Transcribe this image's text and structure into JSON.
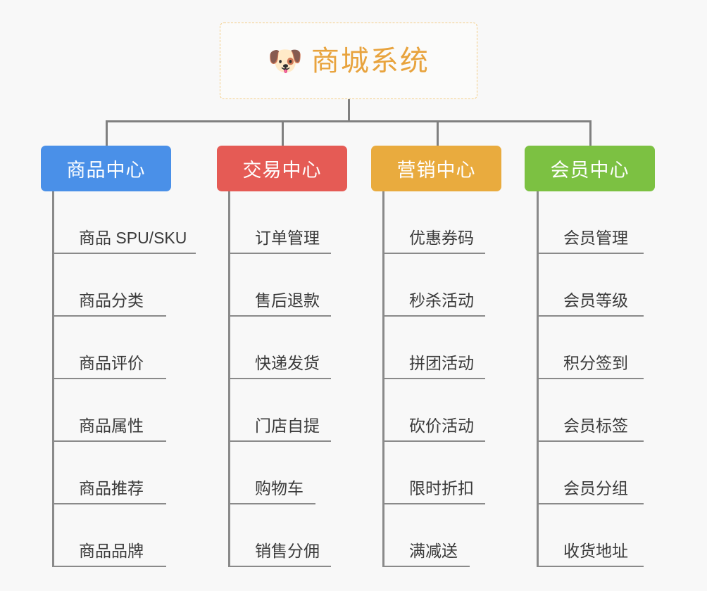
{
  "page": {
    "background_color": "#f8f8f8",
    "connector_color": "#808080"
  },
  "root": {
    "icon": "dog-face-emoji",
    "emoji": "🐶",
    "title": "商城系统",
    "title_color": "#e8a33d",
    "border_color": "#f3cd86"
  },
  "branches": [
    {
      "title": "商品中心",
      "color": "#4a90e8",
      "items": [
        {
          "label": "商品 SPU/SKU",
          "underline_width": 204
        },
        {
          "label": "商品分类",
          "underline_width": 162
        },
        {
          "label": "商品评价",
          "underline_width": 162
        },
        {
          "label": "商品属性",
          "underline_width": 162
        },
        {
          "label": "商品推荐",
          "underline_width": 162
        },
        {
          "label": "商品品牌",
          "underline_width": 162
        }
      ]
    },
    {
      "title": "交易中心",
      "color": "#e55b55",
      "items": [
        {
          "label": "订单管理",
          "underline_width": 146
        },
        {
          "label": "售后退款",
          "underline_width": 146
        },
        {
          "label": "快递发货",
          "underline_width": 146
        },
        {
          "label": "门店自提",
          "underline_width": 146
        },
        {
          "label": "购物车",
          "underline_width": 124
        },
        {
          "label": "销售分佣",
          "underline_width": 146
        }
      ]
    },
    {
      "title": "营销中心",
      "color": "#e9ab3e",
      "items": [
        {
          "label": "优惠券码",
          "underline_width": 146
        },
        {
          "label": "秒杀活动",
          "underline_width": 146
        },
        {
          "label": "拼团活动",
          "underline_width": 146
        },
        {
          "label": "砍价活动",
          "underline_width": 146
        },
        {
          "label": "限时折扣",
          "underline_width": 146
        },
        {
          "label": "满减送",
          "underline_width": 124
        }
      ]
    },
    {
      "title": "会员中心",
      "color": "#7cc142",
      "items": [
        {
          "label": "会员管理",
          "underline_width": 152
        },
        {
          "label": "会员等级",
          "underline_width": 152
        },
        {
          "label": "积分签到",
          "underline_width": 152
        },
        {
          "label": "会员标签",
          "underline_width": 152
        },
        {
          "label": "会员分组",
          "underline_width": 152
        },
        {
          "label": "收货地址",
          "underline_width": 152
        }
      ]
    }
  ]
}
